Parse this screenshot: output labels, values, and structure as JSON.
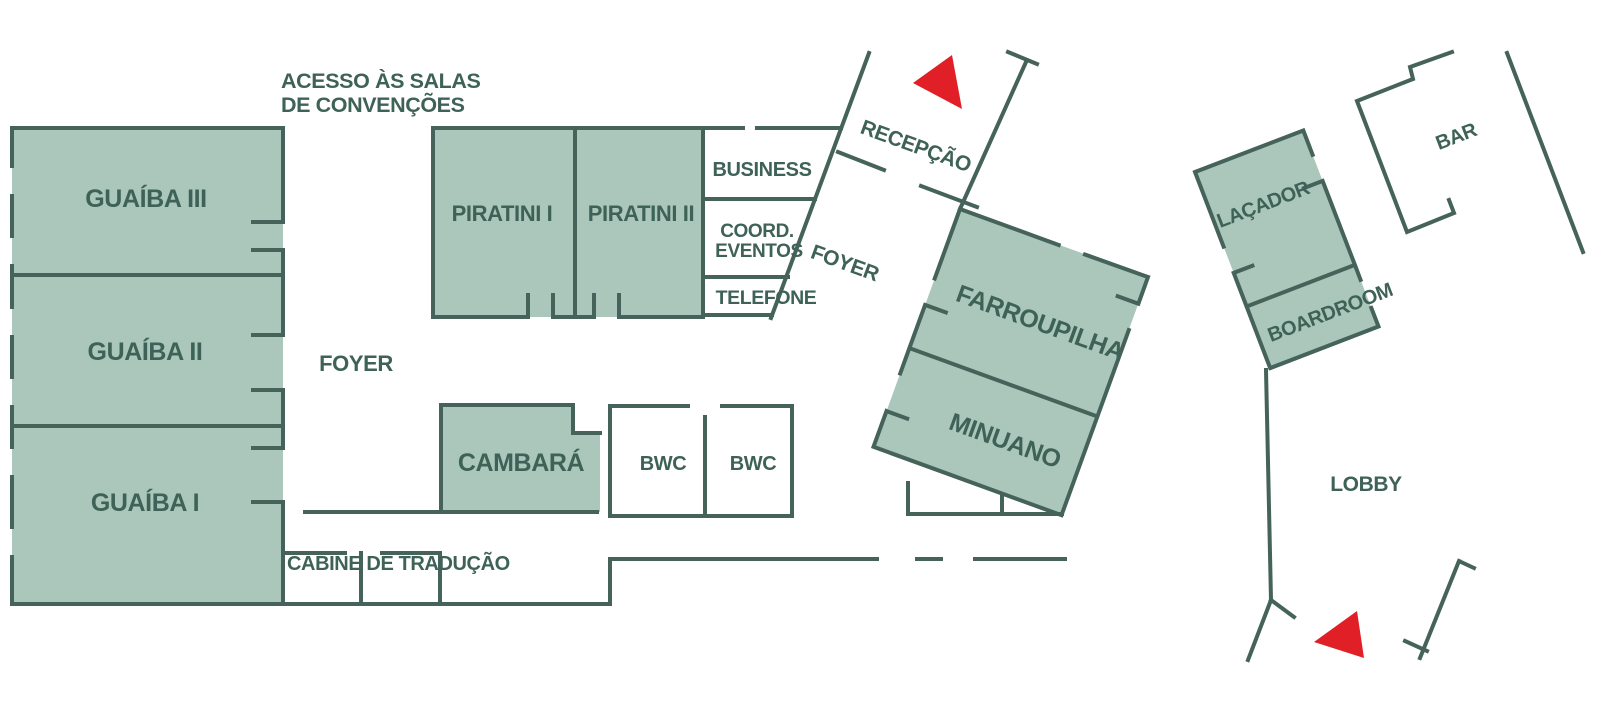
{
  "title": "Convention center floor plan",
  "colors": {
    "room_fill": "#abc6ba",
    "wall": "#45635a",
    "text": "#3e6257",
    "arrow_red": "#e01f26",
    "background": "#ffffff"
  },
  "labels": {
    "acesso_line1": "ACESSO ÀS SALAS",
    "acesso_line2": "DE CONVENÇÕES",
    "guaiba3": "GUAÍBA III",
    "guaiba2": "GUAÍBA II",
    "guaiba1": "GUAÍBA I",
    "foyer_left": "FOYER",
    "piratini1": "PIRATINI I",
    "piratini2": "PIRATINI II",
    "business": "BUSINESS",
    "coord_line1": "COORD.",
    "coord_line2": "EVENTOS",
    "telefone": "TELEFONE",
    "recepcao": "RECEPÇÃO",
    "foyer_mid": "FOYER",
    "farroupilha": "FARROUPILHA",
    "minuano": "MINUANO",
    "cambara": "CAMBARÁ",
    "bwc1": "BWC",
    "bwc2": "BWC",
    "cabine_traducao": "CABINE DE TRADUÇÃO",
    "lacador": "LAÇADOR",
    "boardroom": "BOARDROOM",
    "bar": "BAR",
    "lobby": "LOBBY"
  }
}
